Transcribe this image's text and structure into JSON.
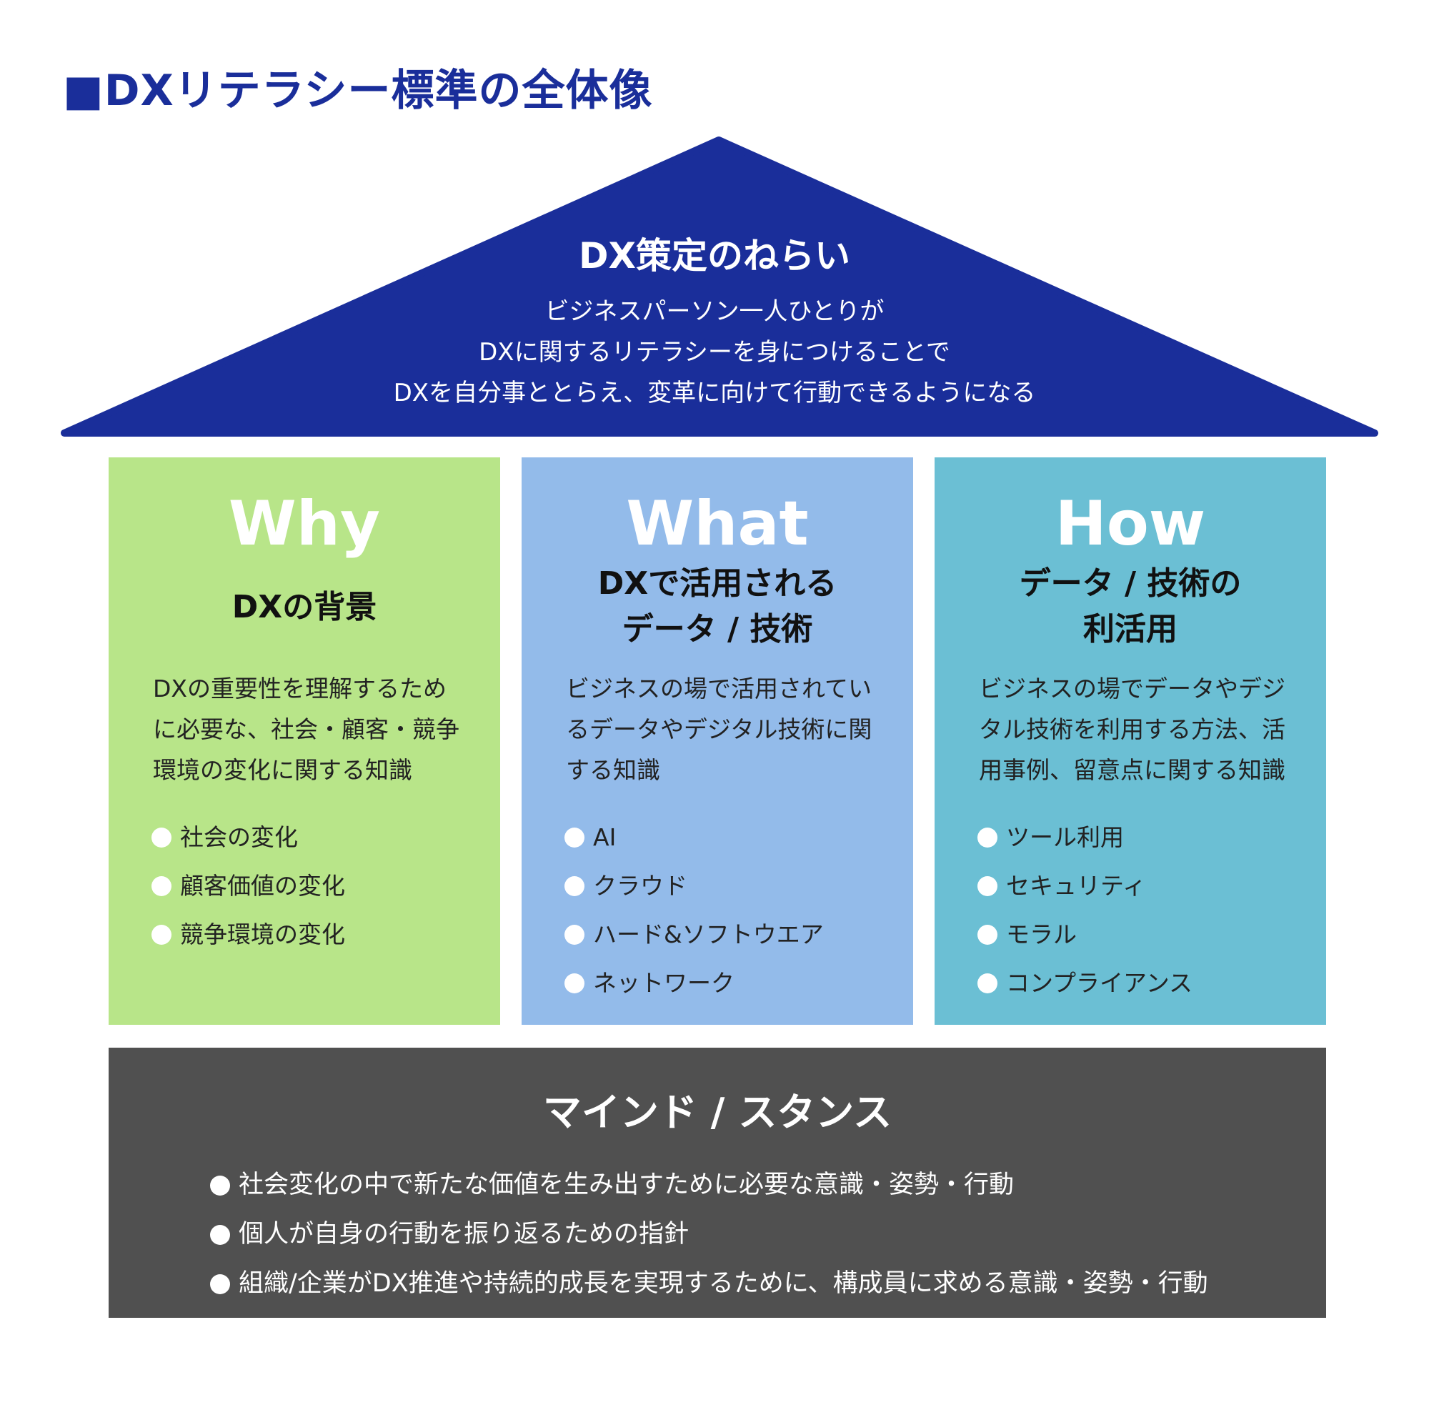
{
  "title": "■DXリテラシー標準の全体像",
  "colors": {
    "navy": "#1a2e9a",
    "why_bg": "#b8e589",
    "what_bg": "#93bbea",
    "how_bg": "#6bbfd4",
    "mind_bg": "#505050"
  },
  "roof": {
    "title": "DX策定のねらい",
    "lines": [
      "ビジネスパーソン一人ひとりが",
      "DXに関するリテラシーを身につけることで",
      "DXを自分事ととらえ、変革に向けて行動できるようになる"
    ]
  },
  "pillars": [
    {
      "heading": "Why",
      "subtitle": [
        "DXの背景"
      ],
      "description": "DXの重要性を理解するために必要な、社会・顧客・競争環境の変化に関する知識",
      "items": [
        "社会の変化",
        "顧客価値の変化",
        "競争環境の変化"
      ]
    },
    {
      "heading": "What",
      "subtitle": [
        "DXで活用される",
        "データ / 技術"
      ],
      "description": "ビジネスの場で活用されているデータやデジタル技術に関する知識",
      "items": [
        "AI",
        "クラウド",
        "ハード&ソフトウエア",
        "ネットワーク"
      ]
    },
    {
      "heading": "How",
      "subtitle": [
        "データ / 技術の",
        "利活用"
      ],
      "description": "ビジネスの場でデータやデジタル技術を利用する方法、活用事例、留意点に関する知識",
      "items": [
        "ツール利用",
        "セキュリティ",
        "モラル",
        "コンプライアンス"
      ]
    }
  ],
  "mind": {
    "title": "マインド / スタンス",
    "items": [
      "社会変化の中で新たな価値を生み出すために必要な意識・姿勢・行動",
      "個人が自身の行動を振り返るための指針",
      "組織/企業がDX推進や持続的成長を実現するために、構成員に求める意識・姿勢・行動"
    ]
  }
}
